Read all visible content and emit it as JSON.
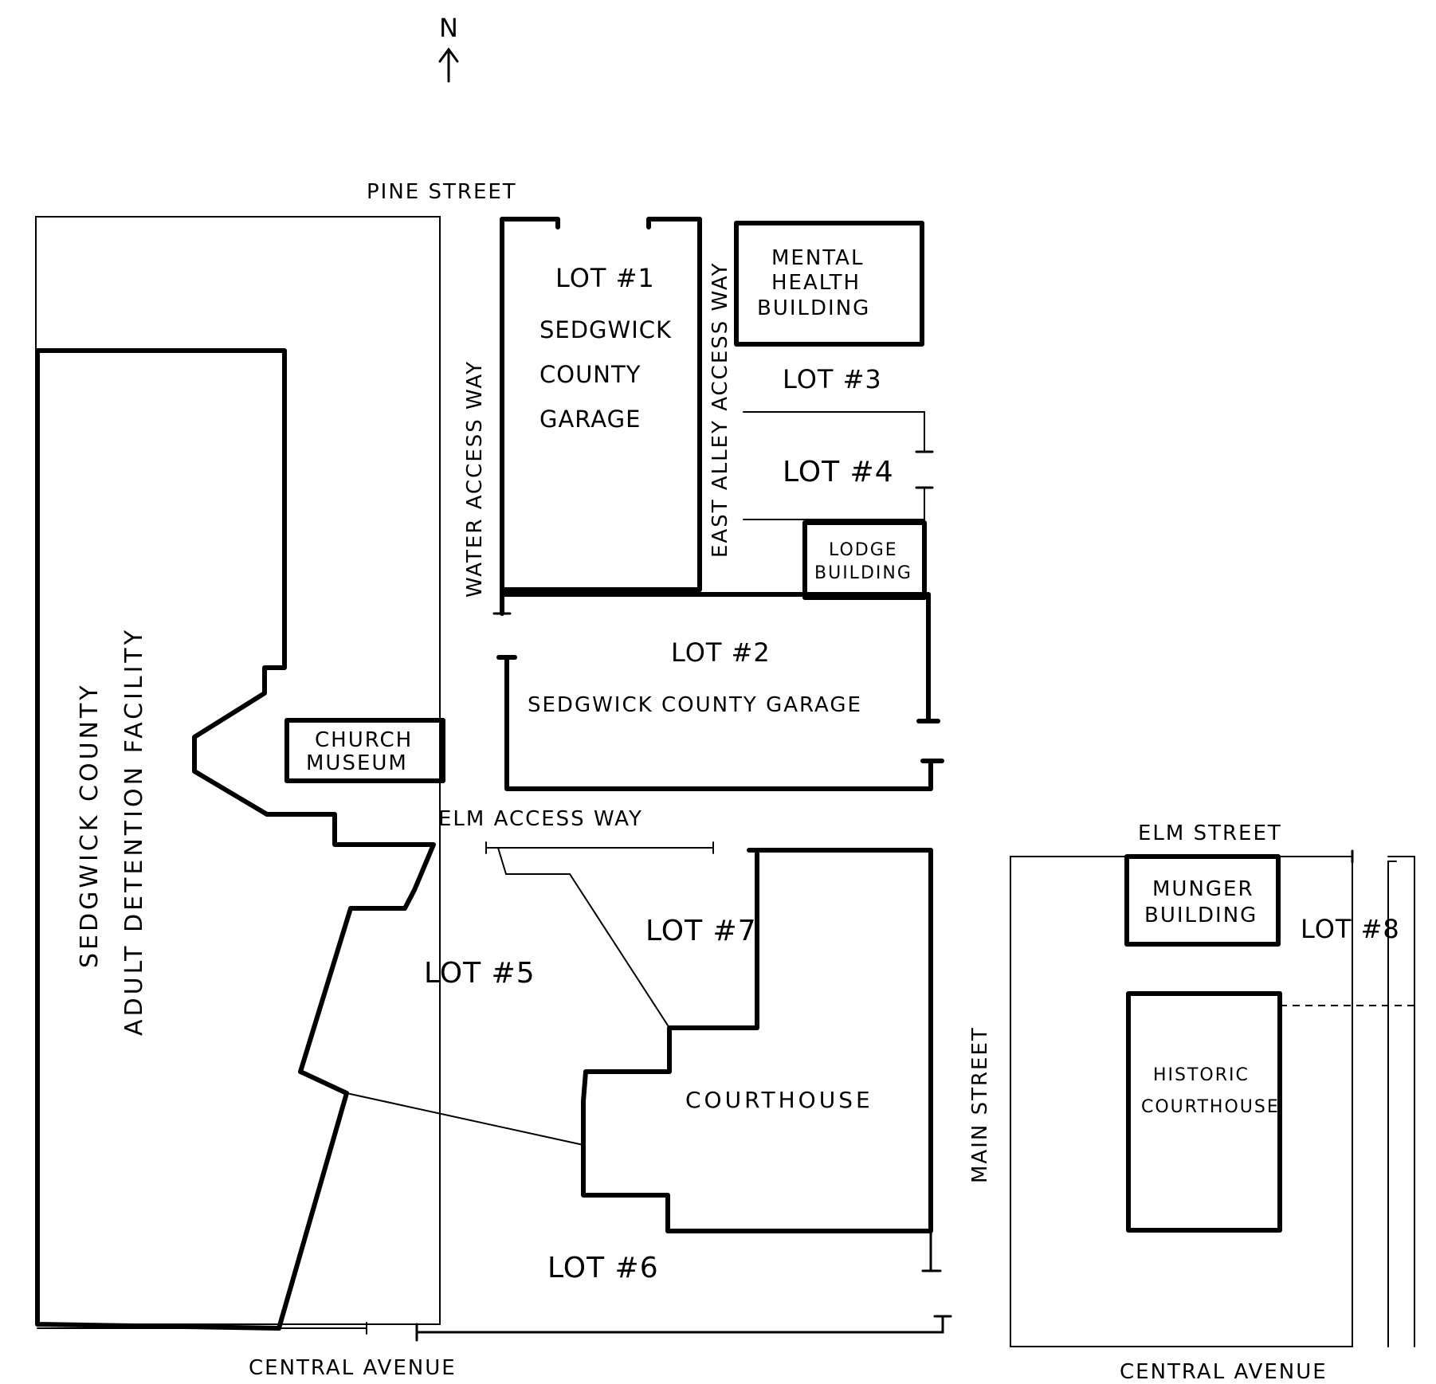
{
  "compass": {
    "label": "N"
  },
  "streets": {
    "pine": "PINE STREET",
    "water_access": "WATER ACCESS WAY",
    "east_alley": "EAST ALLEY ACCESS WAY",
    "elm_access": "ELM ACCESS WAY",
    "elm_street": "ELM STREET",
    "main_street": "MAIN STREET",
    "central_left": "CENTRAL AVENUE",
    "central_right": "CENTRAL AVENUE"
  },
  "buildings": {
    "detention_line1": "SEDGWICK COUNTY",
    "detention_line2": "ADULT DETENTION FACILITY",
    "church_line1": "CHURCH",
    "church_line2": "MUSEUM",
    "mental_line1": "MENTAL",
    "mental_line2": "HEALTH",
    "mental_line3": "BUILDING",
    "lodge_line1": "LODGE",
    "lodge_line2": "BUILDING",
    "courthouse": "COURTHOUSE",
    "munger_line1": "MUNGER",
    "munger_line2": "BUILDING",
    "historic_line1": "HISTORIC",
    "historic_line2": "COURTHOUSE"
  },
  "lots": {
    "lot1": "LOT #1",
    "lot1_line2": "SEDGWICK",
    "lot1_line3": "COUNTY",
    "lot1_line4": "GARAGE",
    "lot2": "LOT #2",
    "lot2_line2": "SEDGWICK COUNTY GARAGE",
    "lot3": "LOT #3",
    "lot4": "LOT #4",
    "lot5": "LOT #5",
    "lot6": "LOT #6",
    "lot7": "LOT #7",
    "lot8": "LOT #8"
  }
}
